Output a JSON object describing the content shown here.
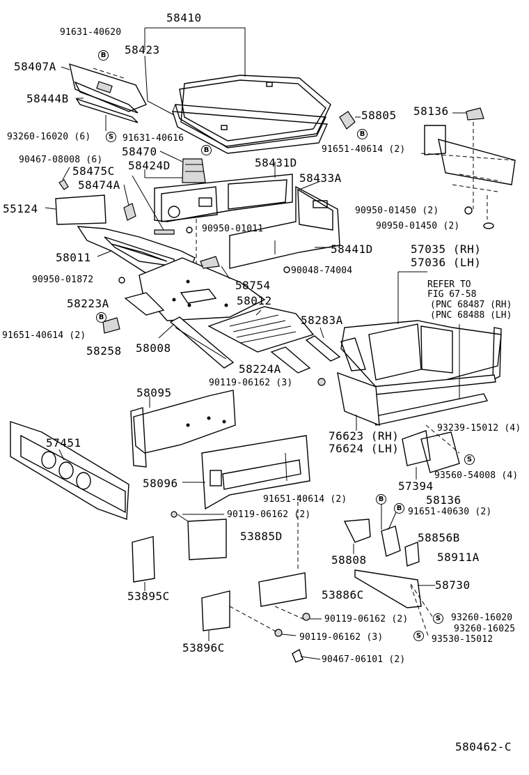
{
  "labels": {
    "p58410": "58410",
    "p91631_40620": "91631-40620",
    "p58423": "58423",
    "p58407A": "58407A",
    "p58444B": "58444B",
    "p93260_16020_6": "93260-16020 (6)",
    "p91631_40616": "91631-40616",
    "p58470": "58470",
    "p90467_08008_6": "90467-08008 (6)",
    "p58424D": "58424D",
    "p58475C": "58475C",
    "p58474A": "58474A",
    "p58431D": "58431D",
    "p58433A": "58433A",
    "p55124": "55124",
    "p90950_01011": "90950-01011",
    "p58441D": "58441D",
    "p58011": "58011",
    "p90950_01872": "90950-01872",
    "p58754": "58754",
    "p90048_74004": "90048-74004",
    "p58223A": "58223A",
    "p58012": "58012",
    "p91651_40614_2_left": "91651-40614 (2)",
    "p58258": "58258",
    "p58008": "58008",
    "p58283A": "58283A",
    "p58224A": "58224A",
    "p90119_06162_3_top": "90119-06162 (3)",
    "p58805": "58805",
    "p91651_40614_2_top": "91651-40614 (2)",
    "p58136_top": "58136",
    "p90950_01450_2_a": "90950-01450 (2)",
    "p90950_01450_2_b": "90950-01450 (2)",
    "p57035": "57035 (RH)",
    "p57036": "57036 (LH)",
    "refer1": "REFER TO",
    "refer2": "FIG 67-58",
    "refer3": "(PNC 68487 (RH)",
    "refer4": "(PNC 68488 (LH)",
    "p93239_15012": "93239-15012 (4)",
    "p76623": "76623 (RH)",
    "p76624": "76624 (LH)",
    "p58095": "58095",
    "p57451": "57451",
    "p57394": "57394",
    "p93560_54008": "93560-54008 (4)",
    "p58136_bot": "58136",
    "p58096": "58096",
    "p91651_40614_2_mid": "91651-40614 (2)",
    "p91651_40630_2": "91651-40630 (2)",
    "p90119_06162_2_a": "90119-06162 (2)",
    "p53885D": "53885D",
    "p58856B": "58856B",
    "p58808": "58808",
    "p58911A": "58911A",
    "p58730": "58730",
    "p53895C": "53895C",
    "p53886C": "53886C",
    "p90119_06162_2_b": "90119-06162 (2)",
    "p93260_16020": "93260-16020",
    "p93260_16025": "93260-16025",
    "p90119_06162_3_bot": "90119-06162 (3)",
    "p93530_15012": "93530-15012",
    "p53896C": "53896C",
    "p90467_06101_2": "90467-06101 (2)",
    "fig_code": "580462-C"
  },
  "badges": {
    "b": "B",
    "s": "S"
  }
}
